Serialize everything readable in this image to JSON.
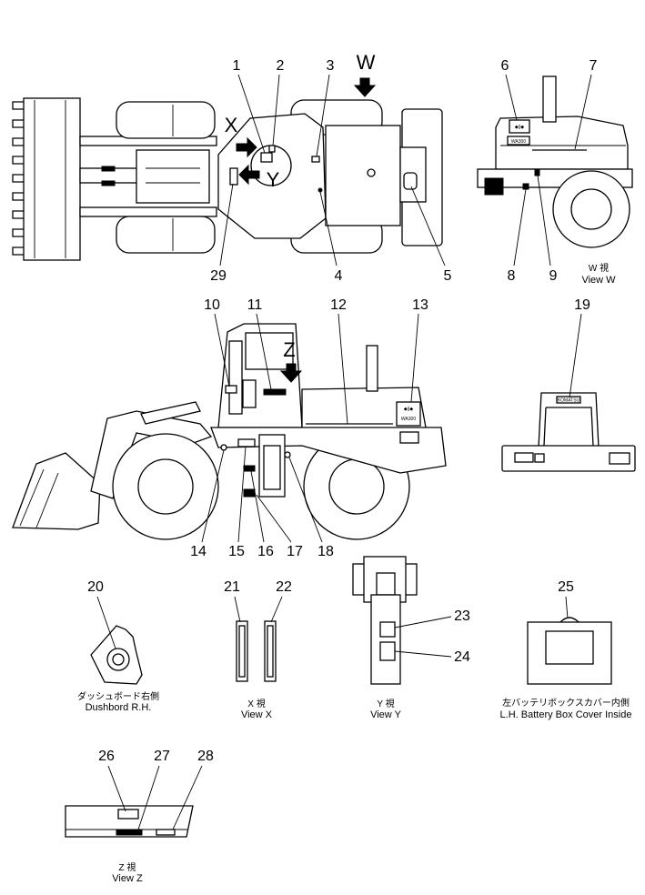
{
  "callouts": [
    "1",
    "2",
    "3",
    "4",
    "5",
    "6",
    "7",
    "8",
    "9",
    "10",
    "11",
    "12",
    "13",
    "14",
    "15",
    "16",
    "17",
    "18",
    "19",
    "20",
    "21",
    "22",
    "23",
    "24",
    "25",
    "26",
    "27",
    "28",
    "29"
  ],
  "view_letters": {
    "w": "W",
    "x": "X",
    "y": "Y",
    "z": "Z"
  },
  "captions": {
    "view_w_jp": "W 視",
    "view_w_en": "View W",
    "dashboard_jp": "ダッシュボード右側",
    "dashboard_en": "Dushbord R.H.",
    "view_x_jp": "X 視",
    "view_x_en": "View X",
    "view_y_jp": "Y 視",
    "view_y_en": "View Y",
    "battery_jp": "左バッテリボックスカバー内側",
    "battery_en": "L.H. Battery Box Cover Inside",
    "view_z_jp": "Z 視",
    "view_z_en": "View Z"
  },
  "decal_text": {
    "logo_mark": "◆||◆",
    "model_plate": "WA300",
    "view19_label": "KOMATSU"
  }
}
